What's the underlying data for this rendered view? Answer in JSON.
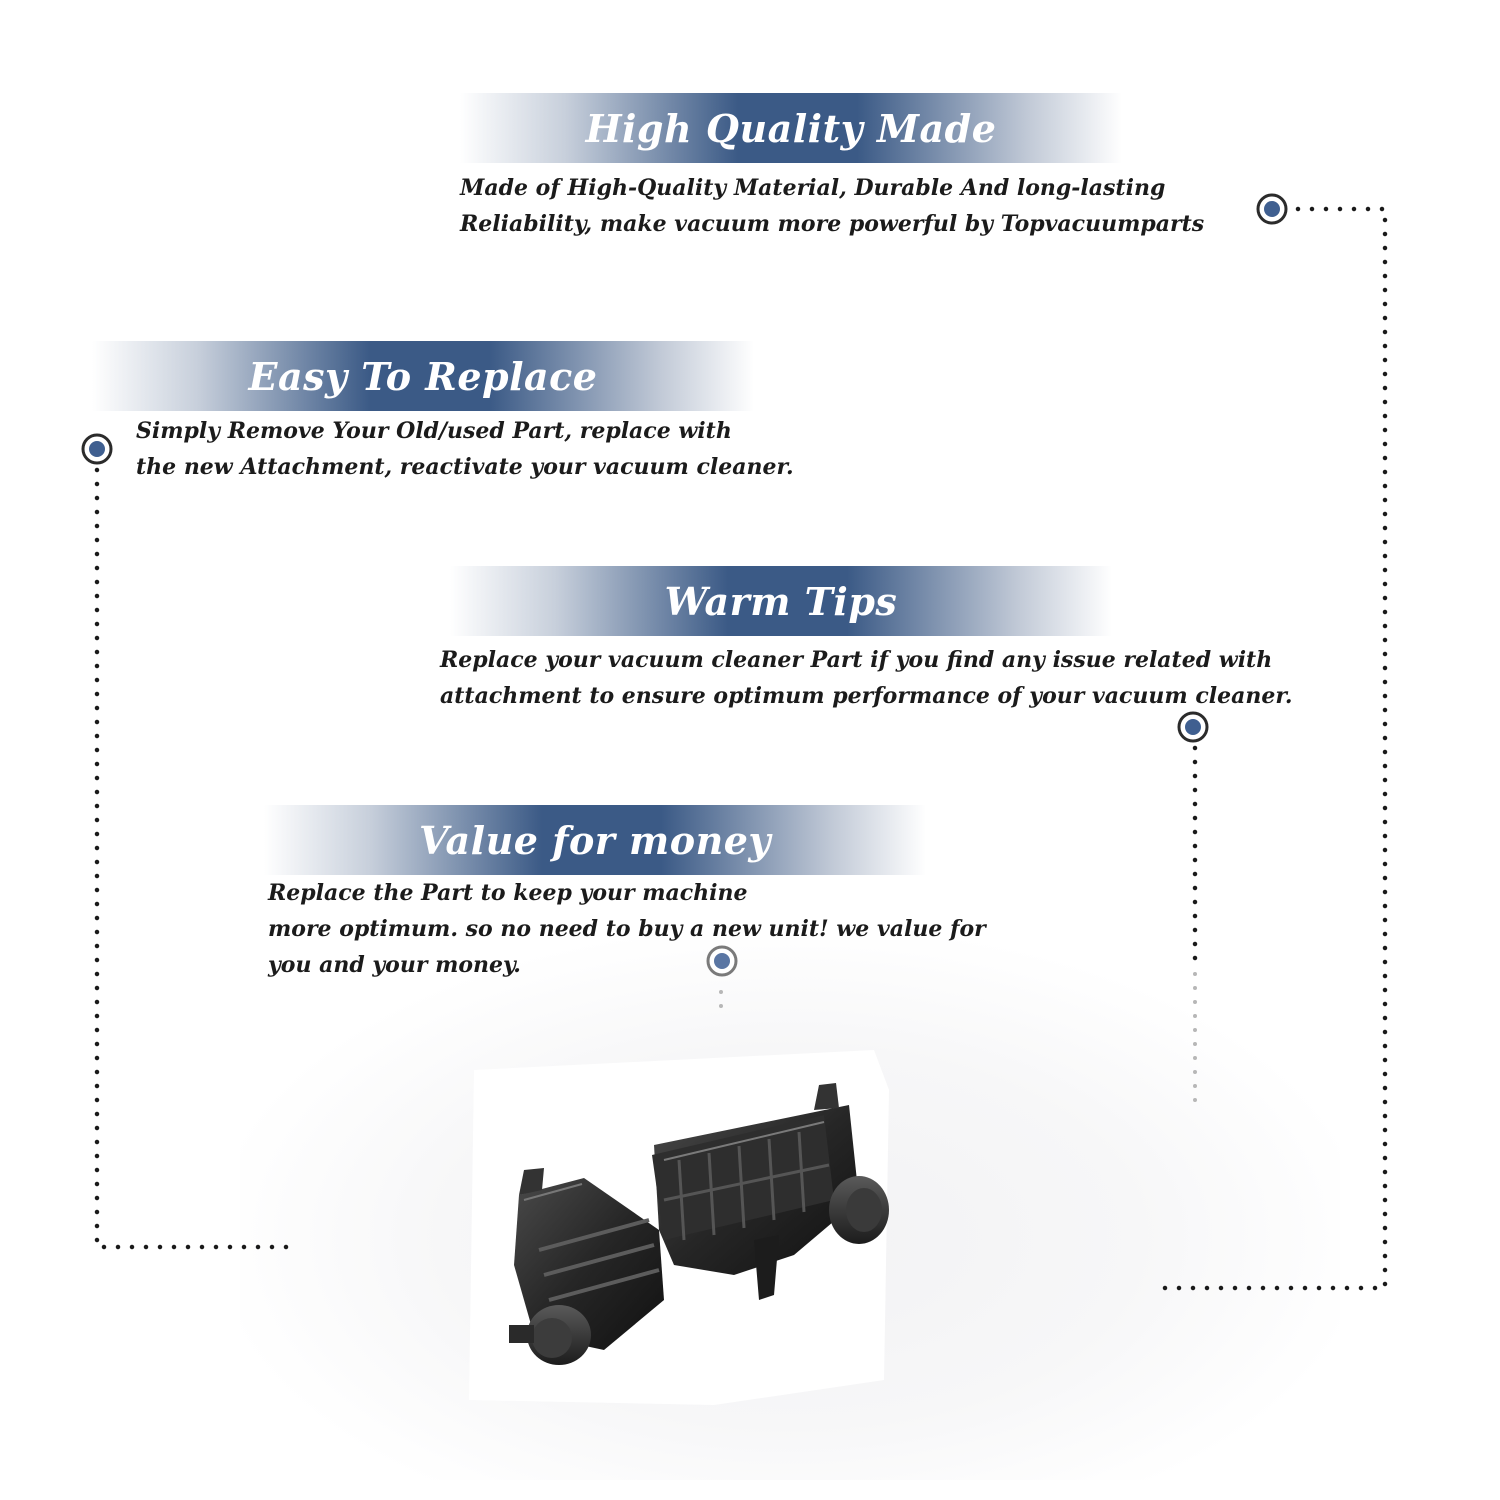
{
  "sections": [
    {
      "title": "High Quality Made",
      "lines": [
        "Made of  High-Quality Material, Durable And long-lasting",
        "Reliability, make vacuum more powerful by Topvacuumparts"
      ]
    },
    {
      "title": "Easy To Replace",
      "lines": [
        "Simply Remove Your Old/used Part, replace with",
        "the new Attachment, reactivate your vacuum cleaner."
      ]
    },
    {
      "title": "Warm Tips",
      "lines": [
        "Replace your vacuum cleaner Part if you find any issue related with",
        " attachment to ensure optimum performance of your vacuum cleaner."
      ]
    },
    {
      "title": "Value for money",
      "lines": [
        "Replace the Part to keep your machine",
        "more optimum. so no need to buy a new unit! we value for",
        "you and your money."
      ]
    }
  ],
  "colors": {
    "banner_blue": "#3b5a86",
    "text": "#1b1b1b",
    "marker_fill": "#3f5f90",
    "dots": "#1a1a1a"
  },
  "product": {
    "icon": "vacuum-part-clip-icon"
  }
}
